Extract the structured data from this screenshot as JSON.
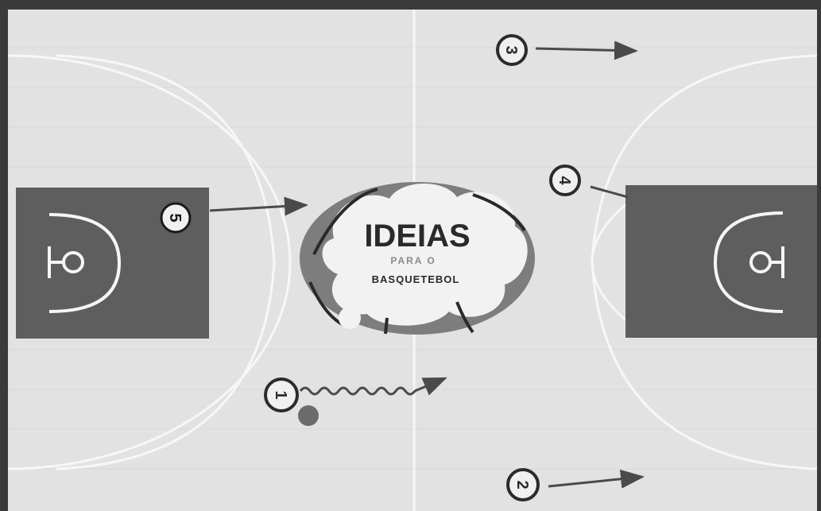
{
  "colors": {
    "border": "#3a3a3a",
    "court": "#e2e2e2",
    "court_lines": "#f7f7f7",
    "key": "#5e5e5e",
    "marker_stroke": "#2b2b2b",
    "arrow": "#4a4a4a",
    "ball": "#6b6b6b",
    "logo_ring": "#7d7d7d",
    "logo_cloud": "#f2f2f2",
    "logo_text": "#2a2a2a"
  },
  "logo": {
    "title": "IDEIAS",
    "subtitle": "PARA O",
    "bottom": "BASQUETEBOL"
  },
  "markers": [
    {
      "id": "m1",
      "label": "1",
      "arrow": "wavy",
      "icon": "dribble-arrow"
    },
    {
      "id": "m2",
      "label": "2",
      "arrow": "straight",
      "icon": "pass-arrow"
    },
    {
      "id": "m3",
      "label": "3",
      "arrow": "straight",
      "icon": "pass-arrow"
    },
    {
      "id": "m4",
      "label": "4",
      "arrow": "straight",
      "icon": "pointer-line"
    },
    {
      "id": "m5",
      "label": "5",
      "arrow": "straight",
      "icon": "pass-arrow"
    }
  ]
}
